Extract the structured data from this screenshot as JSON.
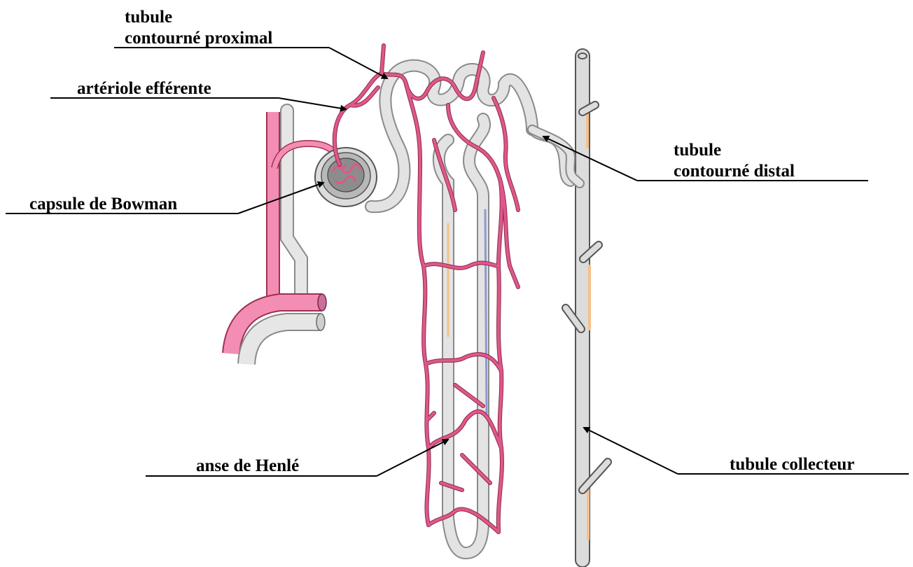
{
  "labels": {
    "proximal_line1": "tubule",
    "proximal_line2": "contourné proximal",
    "efferent": "artériole efférente",
    "bowman": "capsule de Bowman",
    "distal_line1": "tubule",
    "distal_line2": "contourné distal",
    "henle": "anse de Henlé",
    "collector": "tubule collecteur"
  },
  "colors": {
    "artery": "#e0578b",
    "artery_light": "#f29bbd",
    "tubule": "#dcdcdc",
    "tubule_outline": "#8a8a8a",
    "glomerulus": "#8c8c8c",
    "highlight_orange": "#f6c08a",
    "highlight_blue": "#8e99cf"
  }
}
